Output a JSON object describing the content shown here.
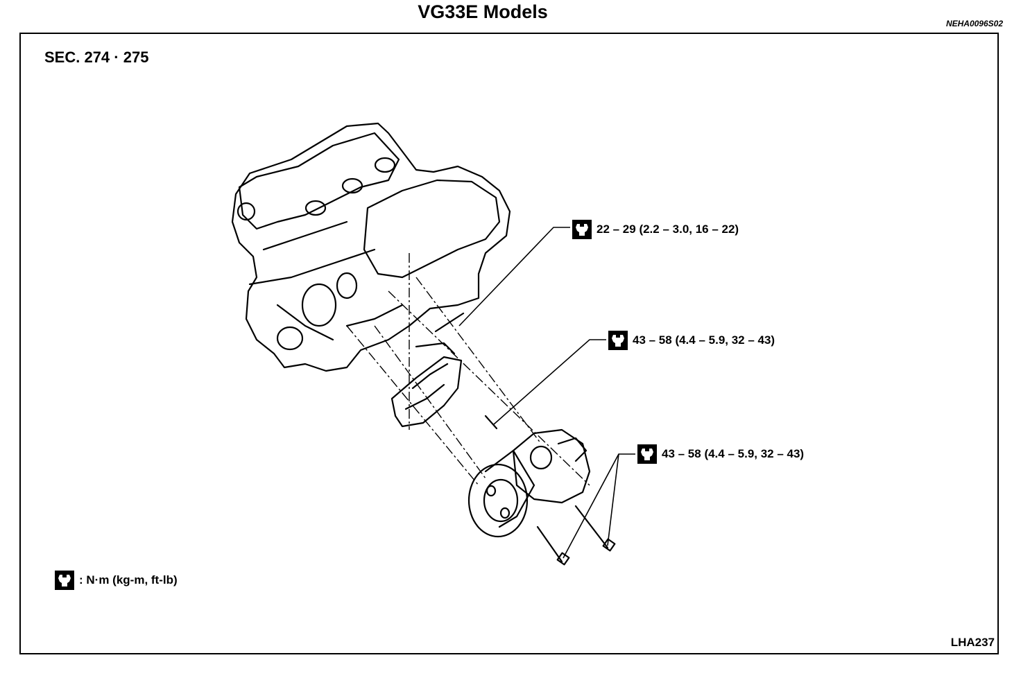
{
  "title": "VG33E Models",
  "ref_code": "NEHA0096S02",
  "section": "SEC. 274 · 275",
  "callouts": [
    {
      "icon": "torque-wrench-icon",
      "text": "22 – 29 (2.2 – 3.0, 16 – 22)"
    },
    {
      "icon": "torque-wrench-icon",
      "text": "43 – 58 (4.4 – 5.9, 32 – 43)"
    },
    {
      "icon": "torque-wrench-icon",
      "text": "43 – 58 (4.4 – 5.9, 32 – 43)"
    }
  ],
  "legend": {
    "icon": "torque-wrench-icon",
    "text": ": N·m (kg-m, ft-lb)"
  },
  "diagram_code": "LHA237"
}
